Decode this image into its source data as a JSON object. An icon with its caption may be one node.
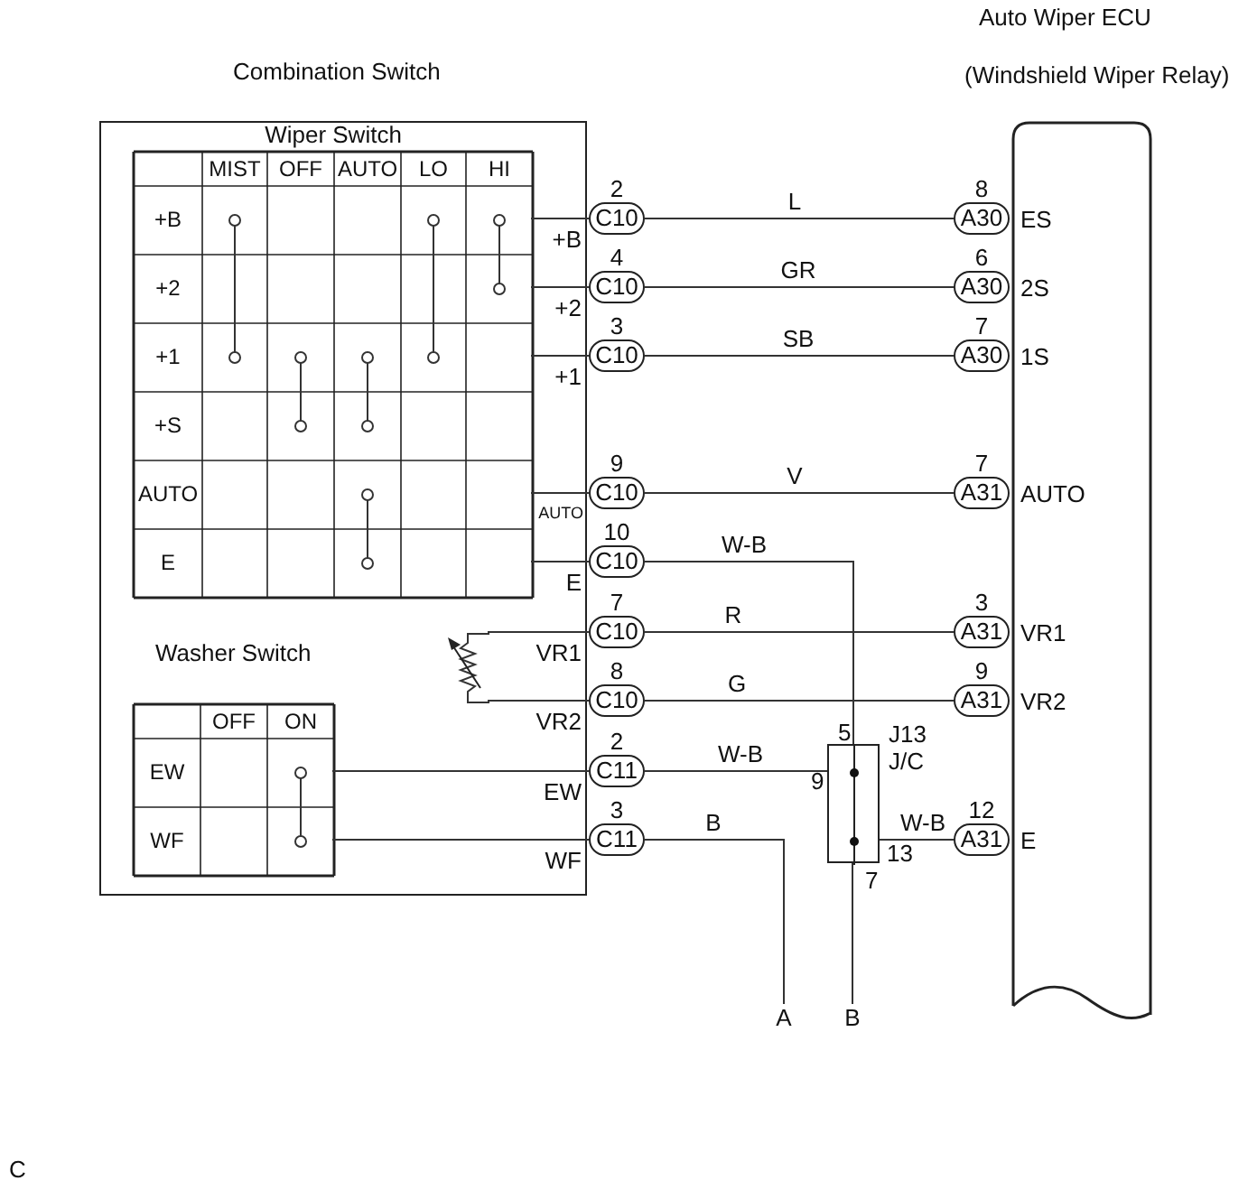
{
  "diagram": {
    "nodes": [
      {
        "text": [
          "Combination Switch"
        ]
      },
      {
        "text": [
          "Wiper Switch"
        ],
        "in": 0
      },
      {
        "text": [
          "Washer Switch"
        ],
        "in": 0
      },
      {
        "text": [],
        "shape": "resistor",
        "in": 0
      },
      {
        "text": [
          "Auto Wiper ECU",
          "(Windshield Wiper Relay)"
        ]
      },
      {
        "text": [
          "C10"
        ],
        "beside": [
          "2"
        ]
      },
      {
        "text": [
          "C10"
        ],
        "beside": [
          "4"
        ]
      },
      {
        "text": [
          "C10"
        ],
        "beside": [
          "3"
        ]
      },
      {
        "text": [
          "C10"
        ],
        "beside": [
          "9"
        ]
      },
      {
        "text": [
          "C10"
        ],
        "beside": [
          "10"
        ]
      },
      {
        "text": [
          "C10"
        ],
        "beside": [
          "7"
        ]
      },
      {
        "text": [
          "C10"
        ],
        "beside": [
          "8"
        ]
      },
      {
        "text": [
          "C11"
        ],
        "beside": [
          "2"
        ]
      },
      {
        "text": [
          "C11"
        ],
        "beside": [
          "3"
        ]
      },
      {
        "text": [
          "A30"
        ],
        "beside": [
          "8",
          "ES"
        ]
      },
      {
        "text": [
          "A30"
        ],
        "beside": [
          "6",
          "2S"
        ]
      },
      {
        "text": [
          "A30"
        ],
        "beside": [
          "7",
          "1S"
        ]
      },
      {
        "text": [
          "A31"
        ],
        "beside": [
          "7",
          "AUTO"
        ]
      },
      {
        "text": [
          "A31"
        ],
        "beside": [
          "3",
          "VR1"
        ]
      },
      {
        "text": [
          "A31"
        ],
        "beside": [
          "9",
          "VR2"
        ]
      },
      {
        "text": [
          "J13 J/C"
        ],
        "beside": [
          "5",
          "9",
          "13",
          "7"
        ]
      },
      {
        "text": [
          "A31"
        ],
        "beside": [
          "12",
          "E"
        ]
      },
      {
        "text": [
          "A"
        ]
      },
      {
        "text": [
          "B"
        ]
      }
    ],
    "edges": [
      {
        "from": 1,
        "to": 5,
        "arrow": "none",
        "label": "+B"
      },
      {
        "from": 1,
        "to": 6,
        "arrow": "none",
        "label": "+2"
      },
      {
        "from": 1,
        "to": 7,
        "arrow": "none",
        "label": "+1"
      },
      {
        "from": 1,
        "to": 8,
        "arrow": "none",
        "label": "AUTO"
      },
      {
        "from": 1,
        "to": 9,
        "arrow": "none",
        "label": "E"
      },
      {
        "from": 3,
        "to": 10,
        "arrow": "none",
        "label": "VR1"
      },
      {
        "from": 3,
        "to": 11,
        "arrow": "none",
        "label": "VR2"
      },
      {
        "from": 2,
        "to": 12,
        "arrow": "none",
        "label": "EW"
      },
      {
        "from": 2,
        "to": 13,
        "arrow": "none",
        "label": "WF"
      },
      {
        "from": 5,
        "to": 14,
        "arrow": "none",
        "label": "L"
      },
      {
        "from": 6,
        "to": 15,
        "arrow": "none",
        "label": "GR"
      },
      {
        "from": 7,
        "to": 16,
        "arrow": "none",
        "label": "SB"
      },
      {
        "from": 8,
        "to": 17,
        "arrow": "none",
        "label": "V"
      },
      {
        "from": 10,
        "to": 18,
        "arrow": "none",
        "label": "R"
      },
      {
        "from": 11,
        "to": 19,
        "arrow": "none",
        "label": "G"
      },
      {
        "from": 9,
        "to": 20,
        "arrow": "none",
        "label": "W-B"
      },
      {
        "from": 12,
        "to": 20,
        "arrow": "none",
        "label": "W-B"
      },
      {
        "from": 20,
        "to": 21,
        "arrow": "none",
        "label": "W-B"
      },
      {
        "from": 20,
        "to": 23,
        "arrow": "none"
      },
      {
        "from": 13,
        "to": 22,
        "arrow": "none",
        "label": "B"
      }
    ],
    "labels": [
      "MIST",
      "OFF",
      "AUTO",
      "LO",
      "HI",
      "+B",
      "+2",
      "+1",
      "+S",
      "AUTO",
      "E",
      "OFF",
      "ON",
      "EW",
      "WF",
      "C"
    ]
  }
}
